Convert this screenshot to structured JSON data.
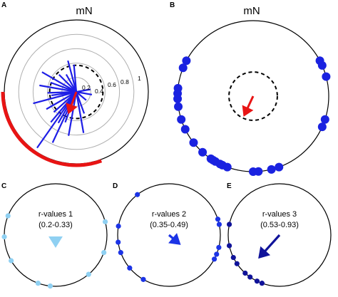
{
  "colors": {
    "vector": "#1e1ee6",
    "dot": "#1a22e0",
    "mean_arrow": "#e81414",
    "arc": "#e81414",
    "grid": "#b0b0b0",
    "light": "#8fd0f2",
    "medium": "#1c34e6",
    "dark": "#10139a"
  },
  "panels": {
    "a": {
      "letter": "A",
      "title": "mN",
      "ticks": [
        "0.2",
        "0.4",
        "0.6",
        "0.8",
        "1"
      ],
      "ring_radii": [
        0.2,
        0.4,
        0.6,
        0.8,
        1.0
      ],
      "ci_radius": 0.37,
      "vectors": [
        {
          "angle": 160,
          "r": 0.32
        },
        {
          "angle": 170,
          "r": 0.58
        },
        {
          "angle": 190,
          "r": 0.62
        },
        {
          "angle": 200,
          "r": 0.45
        },
        {
          "angle": 205,
          "r": 0.78
        },
        {
          "angle": 210,
          "r": 0.5
        },
        {
          "angle": 215,
          "r": 0.95
        },
        {
          "angle": 220,
          "r": 0.55
        },
        {
          "angle": 228,
          "r": 0.42
        },
        {
          "angle": 240,
          "r": 0.48
        },
        {
          "angle": 255,
          "r": 0.62
        },
        {
          "angle": 262,
          "r": 0.35
        },
        {
          "angle": 268,
          "r": 0.4
        },
        {
          "angle": 280,
          "r": 0.52
        },
        {
          "angle": 290,
          "r": 0.38
        },
        {
          "angle": 300,
          "r": 0.55
        },
        {
          "angle": 315,
          "r": 0.34
        },
        {
          "angle": 330,
          "r": 0.28
        },
        {
          "angle": 345,
          "r": 0.45
        },
        {
          "angle": 355,
          "r": 0.38
        },
        {
          "angle": 100,
          "r": 0.22
        },
        {
          "angle": 130,
          "r": 0.18
        },
        {
          "angle": 80,
          "r": 0.2
        }
      ],
      "mean": {
        "angle": 200,
        "r": 0.33
      },
      "arc": {
        "start": 160,
        "end": 270
      }
    },
    "b": {
      "letter": "B",
      "title": "mN",
      "ci_radius": 0.32,
      "dot_angles": [
        62,
        66,
        75,
        108,
        114,
        160,
        166,
        176,
        180,
        200,
        204,
        206,
        210,
        212,
        214,
        222,
        232,
        244,
        252,
        262,
        268,
        272,
        276,
        292,
        298
      ],
      "mean": {
        "angle": 205,
        "r": 0.3
      }
    },
    "c": {
      "letter": "C",
      "label": "r-values 1",
      "range": "(0.2-0.33)",
      "shade": "light",
      "dot_angles": [
        75,
        110,
        140,
        186,
        200,
        240,
        268,
        292
      ],
      "mean": {
        "angle": 180,
        "r": 0.12
      }
    },
    "d": {
      "letter": "D",
      "label": "r-values 2",
      "range": "(0.35-0.49)",
      "shade": "medium",
      "dot_angles": [
        72,
        78,
        104,
        112,
        118,
        210,
        230,
        250,
        262,
        280,
        322
      ],
      "mean": {
        "angle": 130,
        "r": 0.3
      }
    },
    "e": {
      "letter": "E",
      "label": "r-values 3",
      "range": "(0.53-0.93)",
      "shade": "dark",
      "dot_angles": [
        200,
        206,
        215,
        222,
        236,
        244,
        258,
        282
      ],
      "mean": {
        "angle": 222,
        "r": 0.62
      }
    }
  }
}
